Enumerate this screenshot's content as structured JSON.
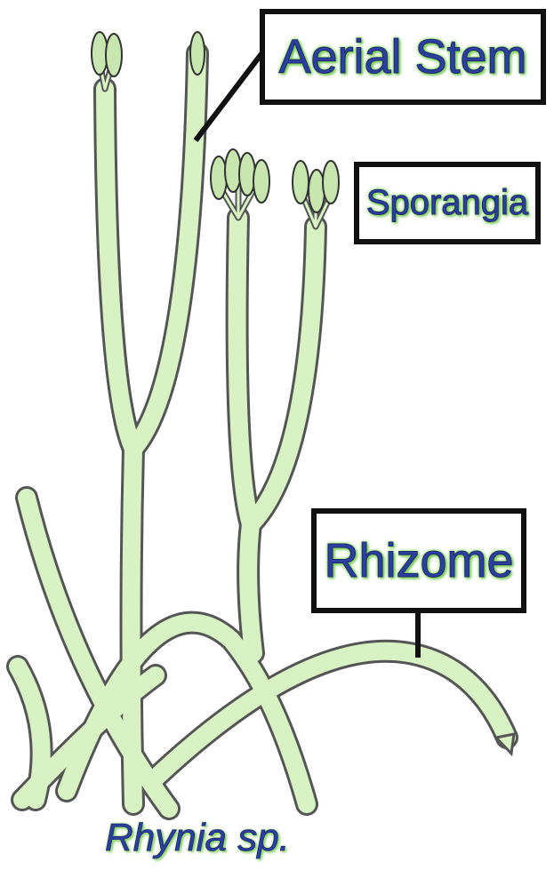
{
  "labels": {
    "aerial_stem": "Aerial Stem",
    "sporangia": "Sporangia",
    "rhizome": "Rhizome"
  },
  "caption": "Rhynia sp.",
  "colors": {
    "plant_fill": "#d8f2c4",
    "plant_outline": "#555555",
    "label_text": "#2b3f9e",
    "label_glow": "#7ed957",
    "box_border": "#111111"
  }
}
